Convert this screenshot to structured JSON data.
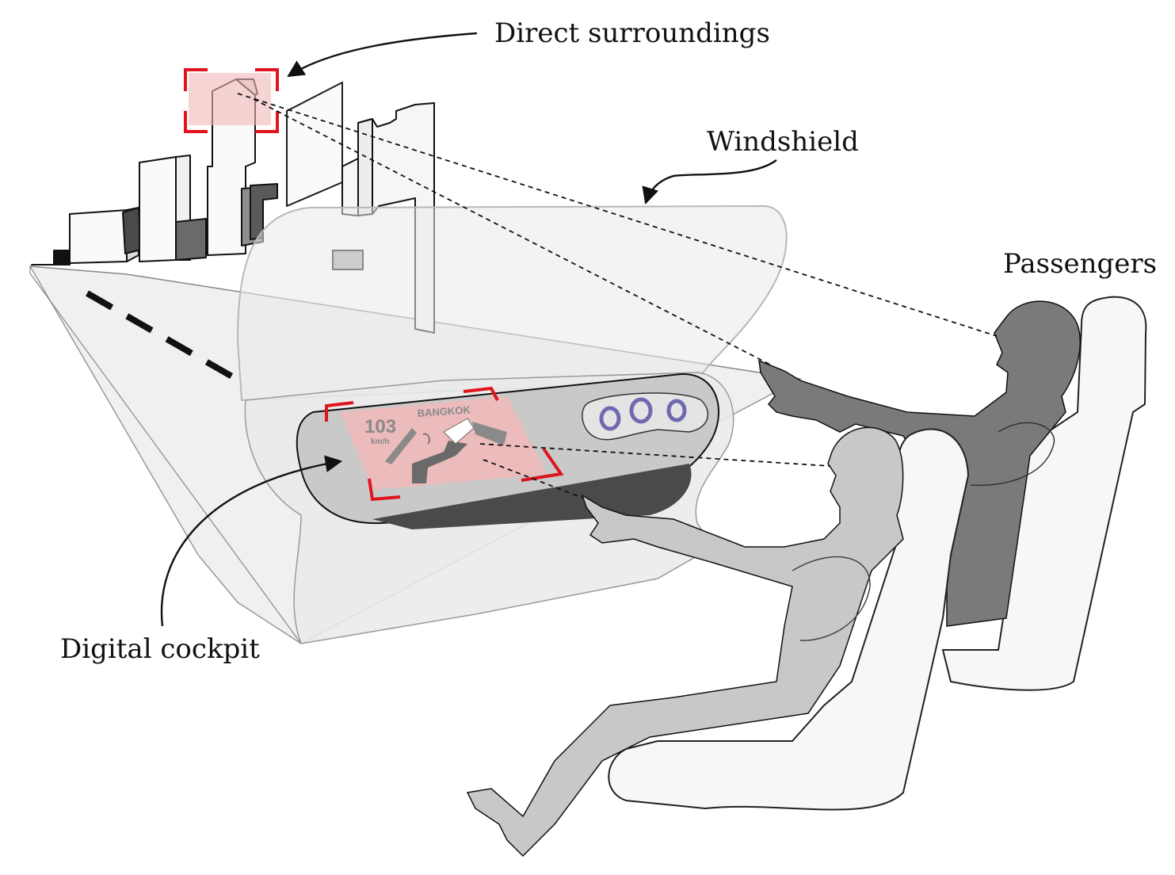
{
  "labels": {
    "direct_surroundings": "Direct surroundings",
    "windshield": "Windshield",
    "passengers": "Passengers",
    "digital_cockpit": "Digital cockpit"
  },
  "hud": {
    "speed": "103",
    "speed_unit": "km/h",
    "destination": "BANGKOK"
  },
  "colors": {
    "highlight_red": "#e0141c",
    "highlight_fill": "#f2b8b8",
    "rear_passenger": "#7a7a7a",
    "front_passenger": "#c8c8c8",
    "seat": "#f7f7f7",
    "control_rings": "#6f6ab0"
  }
}
